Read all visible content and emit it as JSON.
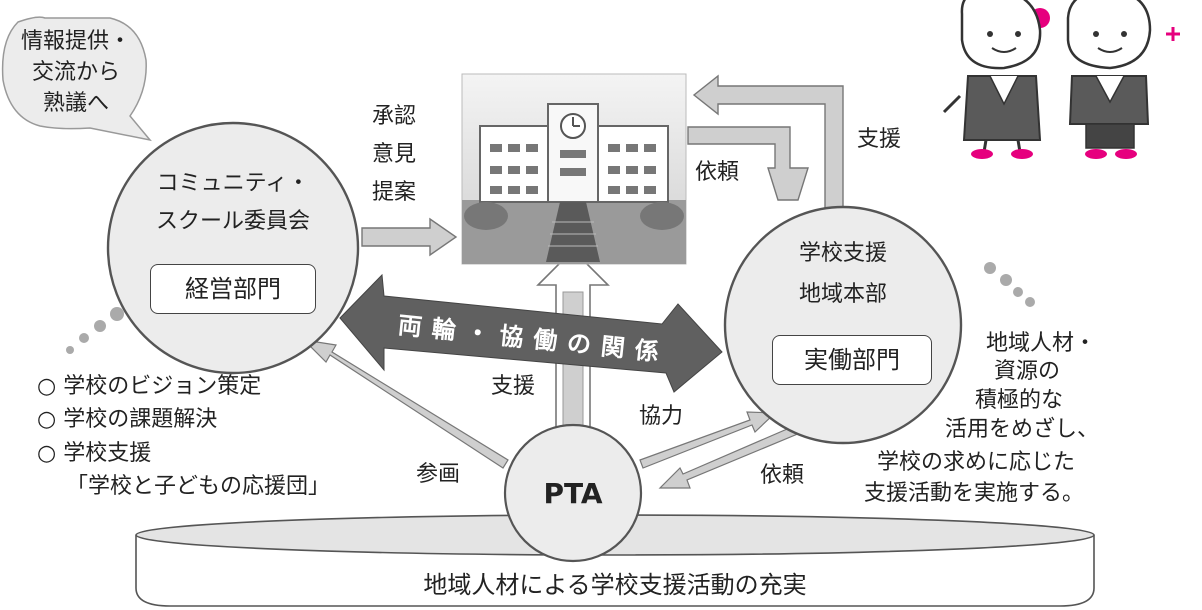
{
  "speech_bubble": {
    "line1": "情報提供・",
    "line2": "交流から",
    "line3": "熟議へ"
  },
  "committee": {
    "line1": "コミュニティ・",
    "line2": "スクール委員会",
    "dept": "経営部門",
    "arrow_label_lines": [
      "承認",
      "意見",
      "提案"
    ]
  },
  "support_hq": {
    "line1": "学校支援",
    "line2": "地域本部",
    "dept": "実働部門",
    "to_school_label": "支援",
    "from_school_label": "依頼",
    "note_lines": [
      "地域人材・",
      "資源の",
      "積極的な",
      "活用をめざし、",
      "学校の求めに応じた",
      "支援活動を実施する。"
    ]
  },
  "relationship": {
    "label": "両輪・協働の関係"
  },
  "pta": {
    "label": "PTA",
    "to_school_label": "支援",
    "to_hq_label": "協力",
    "from_hq_label": "依頼",
    "to_committee_label": "参画"
  },
  "committee_roles": [
    "○ 学校のビジョン策定",
    "○ 学校の課題解決",
    "○ 学校支援",
    "「学校と子どもの応援団」"
  ],
  "foundation": {
    "label": "地域人材による学校支援活動の充実"
  },
  "colors": {
    "accent_pink": "#e6007e",
    "circle_fill": "#ececec",
    "arrow_fill": "#cfcfcf",
    "band_fill": "#606060"
  }
}
